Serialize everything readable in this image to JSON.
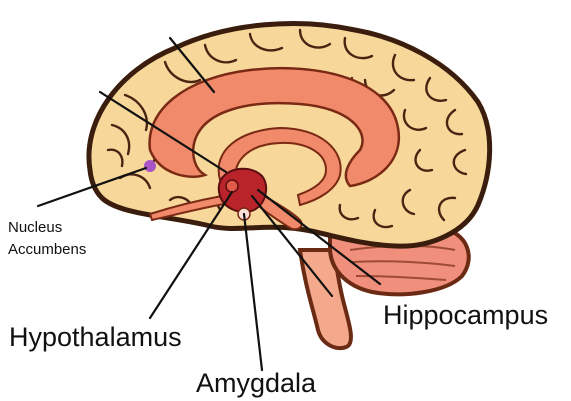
{
  "labels": {
    "nucleus_accumbens_line1": "Nucleus",
    "nucleus_accumbens_line2": "Accumbens",
    "hypothalamus": "Hypothalamus",
    "hippocampus": "Hippocampus",
    "amygdala": "Amygdala"
  },
  "colors": {
    "brain_fill": "#f7d89a",
    "brain_outline": "#3a1d0d",
    "limbic_fill": "#f08a6a",
    "limbic_outline": "#7a2a14",
    "hypothalamus_fill": "#b8242a",
    "nucleus_marker": "#a855c8",
    "cerebellum_fill": "#ef8f7c",
    "brainstem_fill": "#f4a98c"
  }
}
